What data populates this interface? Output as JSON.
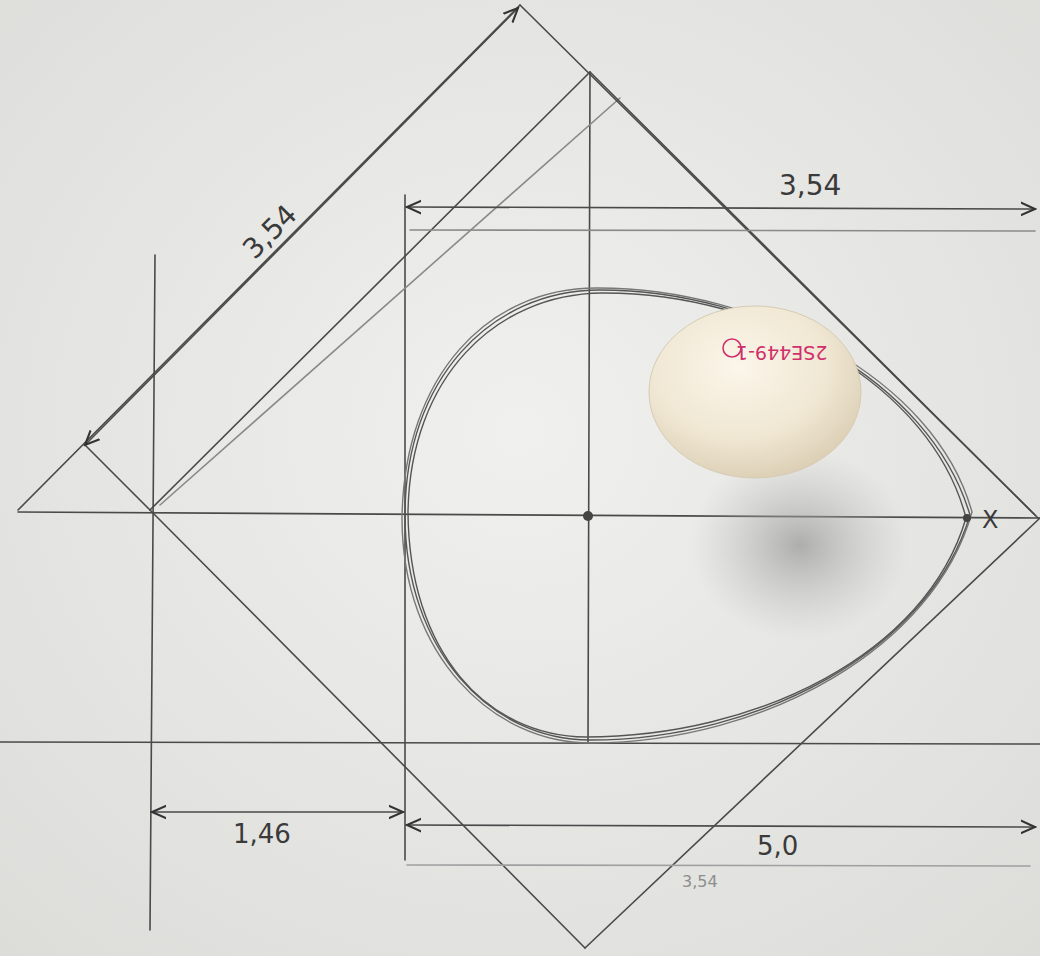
{
  "diagram": {
    "labels": [
      "3,54",
      "3,54",
      "X",
      "1,46",
      "5,0",
      "3,54",
      "2SE449-1"
    ]
  }
}
